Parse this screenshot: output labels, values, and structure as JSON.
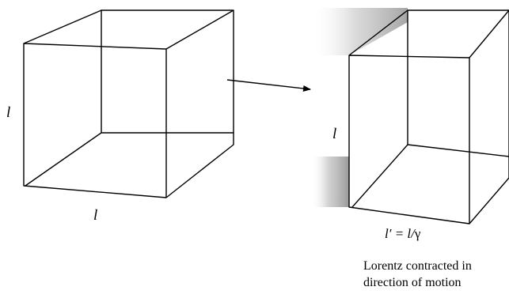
{
  "original_cube": {
    "height_label": "l",
    "width_label": "l"
  },
  "contracted_cube": {
    "height_label": "l",
    "width_label_main": "l′ = l/",
    "width_label_greek": "γ"
  },
  "caption": {
    "line1": "Lorentz contracted in",
    "line2": "direction of motion"
  }
}
